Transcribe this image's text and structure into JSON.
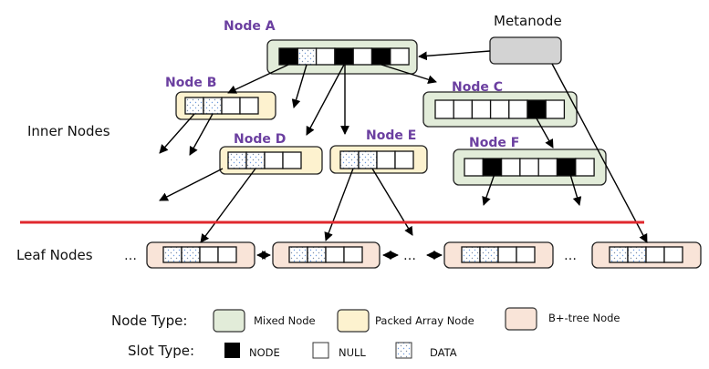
{
  "colors": {
    "mixed_fill": "#e2ecd9",
    "packed_fill": "#fdf2cf",
    "btree_fill": "#f9e4d8",
    "metanode_fill": "#d3d3d3",
    "node_slot": "#000000",
    "null_slot": "#ffffff",
    "data_slot": "#ffffff",
    "data_dot_a": "#7d8fa8",
    "data_dot_b": "#6d9be0",
    "node_label": "#6b3fa0",
    "separator": "#e0282e"
  },
  "labels": {
    "metanode": "Metanode",
    "inner_nodes": "Inner Nodes",
    "leaf_nodes": "Leaf Nodes",
    "ellipsis": "…"
  },
  "inner_nodes": [
    {
      "id": "A",
      "label": "Node A",
      "type": "mixed",
      "slots": [
        "NODE",
        "DATA",
        "NULL",
        "NODE",
        "NULL",
        "NODE",
        "NULL"
      ]
    },
    {
      "id": "B",
      "label": "Node B",
      "type": "packed",
      "slots": [
        "DATA",
        "DATA",
        "NULL",
        "NULL"
      ]
    },
    {
      "id": "C",
      "label": "Node C",
      "type": "mixed",
      "slots": [
        "NULL",
        "NULL",
        "NULL",
        "NULL",
        "NULL",
        "NODE",
        "NULL"
      ]
    },
    {
      "id": "D",
      "label": "Node D",
      "type": "packed",
      "slots": [
        "DATA",
        "DATA",
        "NULL",
        "NULL"
      ]
    },
    {
      "id": "E",
      "label": "Node E",
      "type": "packed",
      "slots": [
        "DATA",
        "DATA",
        "NULL",
        "NULL"
      ]
    },
    {
      "id": "F",
      "label": "Node F",
      "type": "mixed",
      "slots": [
        "NULL",
        "NODE",
        "NULL",
        "NULL",
        "NULL",
        "NODE",
        "NULL"
      ]
    }
  ],
  "leaf_nodes": [
    {
      "id": "L1",
      "type": "btree",
      "slots": [
        "DATA",
        "DATA",
        "NULL",
        "NULL"
      ]
    },
    {
      "id": "L2",
      "type": "btree",
      "slots": [
        "DATA",
        "DATA",
        "NULL",
        "NULL"
      ]
    },
    {
      "id": "L3",
      "type": "btree",
      "slots": [
        "DATA",
        "DATA",
        "NULL",
        "NULL"
      ]
    },
    {
      "id": "L4",
      "type": "btree",
      "slots": [
        "DATA",
        "DATA",
        "NULL",
        "NULL"
      ]
    }
  ],
  "edges": [
    {
      "from": "Metanode",
      "to": "Node A"
    },
    {
      "from": "Metanode",
      "to": "Leaf L4"
    },
    {
      "from": "Node A",
      "to": "Node B"
    },
    {
      "from": "Node A",
      "to": "(unlabeled)"
    },
    {
      "from": "Node A",
      "to": "Node D"
    },
    {
      "from": "Node A",
      "to": "Node E"
    },
    {
      "from": "Node A",
      "to": "Node C"
    },
    {
      "from": "Node B",
      "to": "(unlabeled)"
    },
    {
      "from": "Node B",
      "to": "(unlabeled)"
    },
    {
      "from": "Node C",
      "to": "Node F"
    },
    {
      "from": "Node D",
      "to": "(unlabeled)"
    },
    {
      "from": "Node D",
      "to": "Leaf L1"
    },
    {
      "from": "Node E",
      "to": "Leaf L2"
    },
    {
      "from": "Node E",
      "to": "(unlabeled)"
    },
    {
      "from": "Node F",
      "to": "(unlabeled)"
    },
    {
      "from": "Node F",
      "to": "(unlabeled)"
    }
  ],
  "legend": {
    "node_type_title": "Node Type:",
    "node_types": [
      {
        "key": "mixed",
        "label": "Mixed Node"
      },
      {
        "key": "packed",
        "label": "Packed Array Node"
      },
      {
        "key": "btree",
        "label": "B+-tree Node"
      }
    ],
    "slot_type_title": "Slot Type:",
    "slot_types": [
      {
        "key": "NODE",
        "label": "NODE"
      },
      {
        "key": "NULL",
        "label": "NULL"
      },
      {
        "key": "DATA",
        "label": "DATA"
      }
    ]
  }
}
